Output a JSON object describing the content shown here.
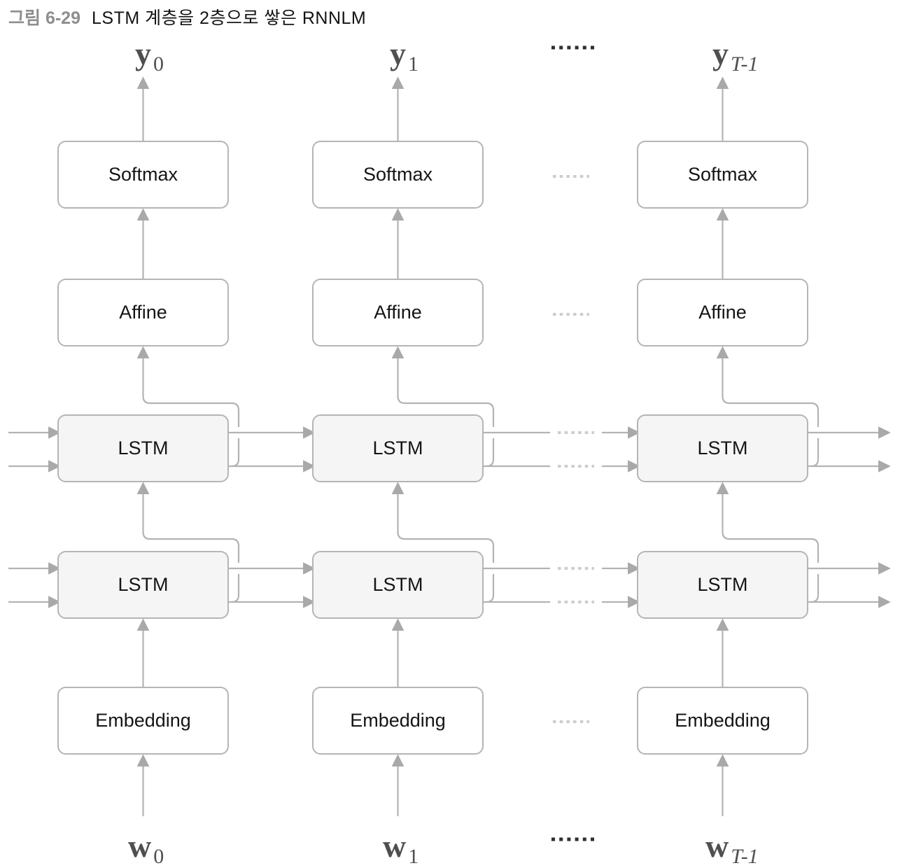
{
  "title": {
    "figure_label": "그림 6-29",
    "text": "LSTM 계층을 2층으로 쌓은 RNNLM"
  },
  "columns": [
    {
      "output_base": "y",
      "output_sub": "0",
      "input_base": "w",
      "input_sub": "0",
      "softmax": "Softmax",
      "affine": "Affine",
      "lstm_top": "LSTM",
      "lstm_bottom": "LSTM",
      "embedding": "Embedding"
    },
    {
      "output_base": "y",
      "output_sub": "1",
      "input_base": "w",
      "input_sub": "1",
      "softmax": "Softmax",
      "affine": "Affine",
      "lstm_top": "LSTM",
      "lstm_bottom": "LSTM",
      "embedding": "Embedding"
    },
    {
      "output_base": "y",
      "output_sub": "T-1",
      "input_base": "w",
      "input_sub": "T-1",
      "softmax": "Softmax",
      "affine": "Affine",
      "lstm_top": "LSTM",
      "lstm_bottom": "LSTM",
      "embedding": "Embedding"
    }
  ],
  "colors": {
    "wire": "#b3b3b3",
    "arrowhead": "#a9a9a9",
    "box_border": "#b5b5b5",
    "lstm_fill": "#f4f5f4",
    "box_text": "#151515",
    "label_text": "#4f4f4f",
    "figure_label": "#8e8e8e",
    "dots_light": "#cdcdcd",
    "dots_dark": "#2f2f2f"
  }
}
